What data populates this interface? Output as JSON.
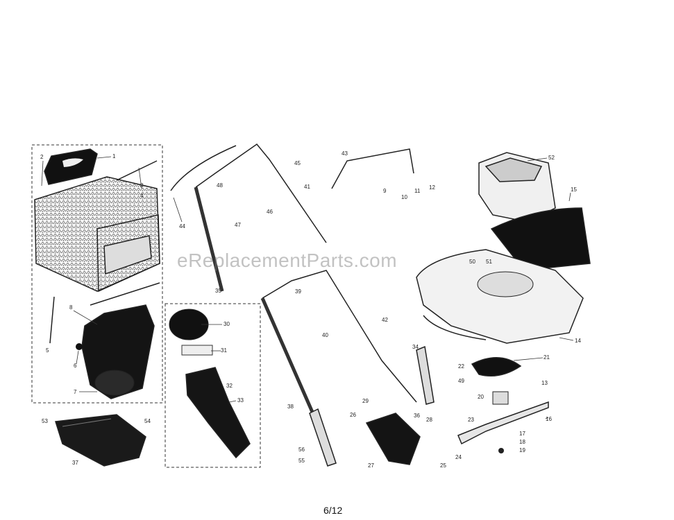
{
  "watermark": "eReplacementParts.com",
  "page_number": "6/12",
  "callouts": [
    "1",
    "2",
    "3",
    "4",
    "5",
    "6",
    "7",
    "8",
    "9",
    "10",
    "11",
    "12",
    "13",
    "14",
    "15",
    "16",
    "17",
    "18",
    "19",
    "20",
    "21",
    "22",
    "23",
    "24",
    "25",
    "26",
    "27",
    "28",
    "29",
    "30",
    "31",
    "32",
    "33",
    "34",
    "35",
    "36",
    "37",
    "38",
    "39",
    "40",
    "41",
    "42",
    "43",
    "44",
    "45",
    "46",
    "47",
    "48",
    "49",
    "50",
    "51",
    "52",
    "53",
    "54",
    "55",
    "56"
  ]
}
